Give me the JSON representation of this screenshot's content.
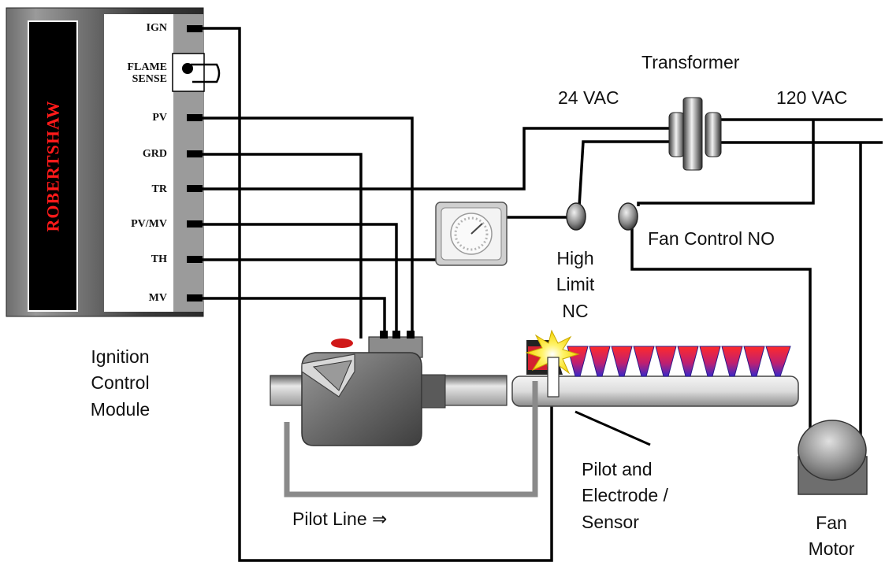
{
  "module": {
    "brand": "ROBERTSHAW",
    "label": "Ignition Control Module",
    "terminals": [
      "IGN",
      "FLAME SENSE",
      "PV",
      "GRD",
      "TR",
      "PV/MV",
      "TH",
      "MV"
    ]
  },
  "labels": {
    "transformer": "Transformer",
    "vac24": "24 VAC",
    "vac120": "120 VAC",
    "fan_control": "Fan Control NO",
    "high_limit": "High Limit NC",
    "pilot_line": "Pilot Line ⇒",
    "pilot_electrode": "Pilot and Electrode / Sensor",
    "fan_motor": "Fan Motor"
  },
  "colors": {
    "wire": "#000000",
    "pilot_line": "#8a8a8a",
    "brand_text": "#ff1a1a",
    "flame_top": "#ff2a2a",
    "flame_bottom": "#3a28c8"
  }
}
